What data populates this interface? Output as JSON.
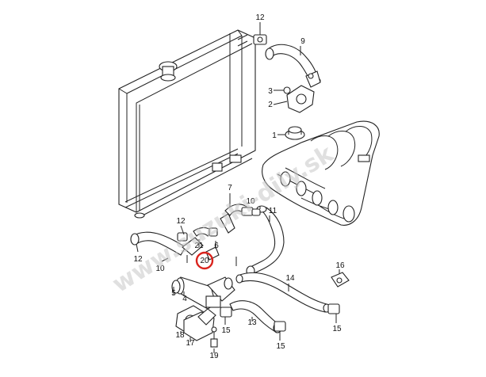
{
  "watermark": "www.suzuki-dily.sk",
  "highlight_color": "#d9231d",
  "labels": [
    {
      "id": "12a",
      "text": "12"
    },
    {
      "id": "9",
      "text": "9"
    },
    {
      "id": "3",
      "text": "3"
    },
    {
      "id": "2",
      "text": "2"
    },
    {
      "id": "1",
      "text": "1"
    },
    {
      "id": "7",
      "text": "7"
    },
    {
      "id": "10a",
      "text": "10"
    },
    {
      "id": "11",
      "text": "11"
    },
    {
      "id": "12b",
      "text": "12"
    },
    {
      "id": "21",
      "text": "21"
    },
    {
      "id": "6",
      "text": "6"
    },
    {
      "id": "12c",
      "text": "12"
    },
    {
      "id": "10b",
      "text": "10"
    },
    {
      "id": "20",
      "text": "20"
    },
    {
      "id": "4",
      "text": "4"
    },
    {
      "id": "5",
      "text": "5"
    },
    {
      "id": "14",
      "text": "14"
    },
    {
      "id": "16",
      "text": "16"
    },
    {
      "id": "15a",
      "text": "15"
    },
    {
      "id": "15b",
      "text": "15"
    },
    {
      "id": "13",
      "text": "13"
    },
    {
      "id": "15c",
      "text": "15"
    },
    {
      "id": "18",
      "text": "18"
    },
    {
      "id": "17",
      "text": "17"
    },
    {
      "id": "19",
      "text": "19"
    }
  ]
}
